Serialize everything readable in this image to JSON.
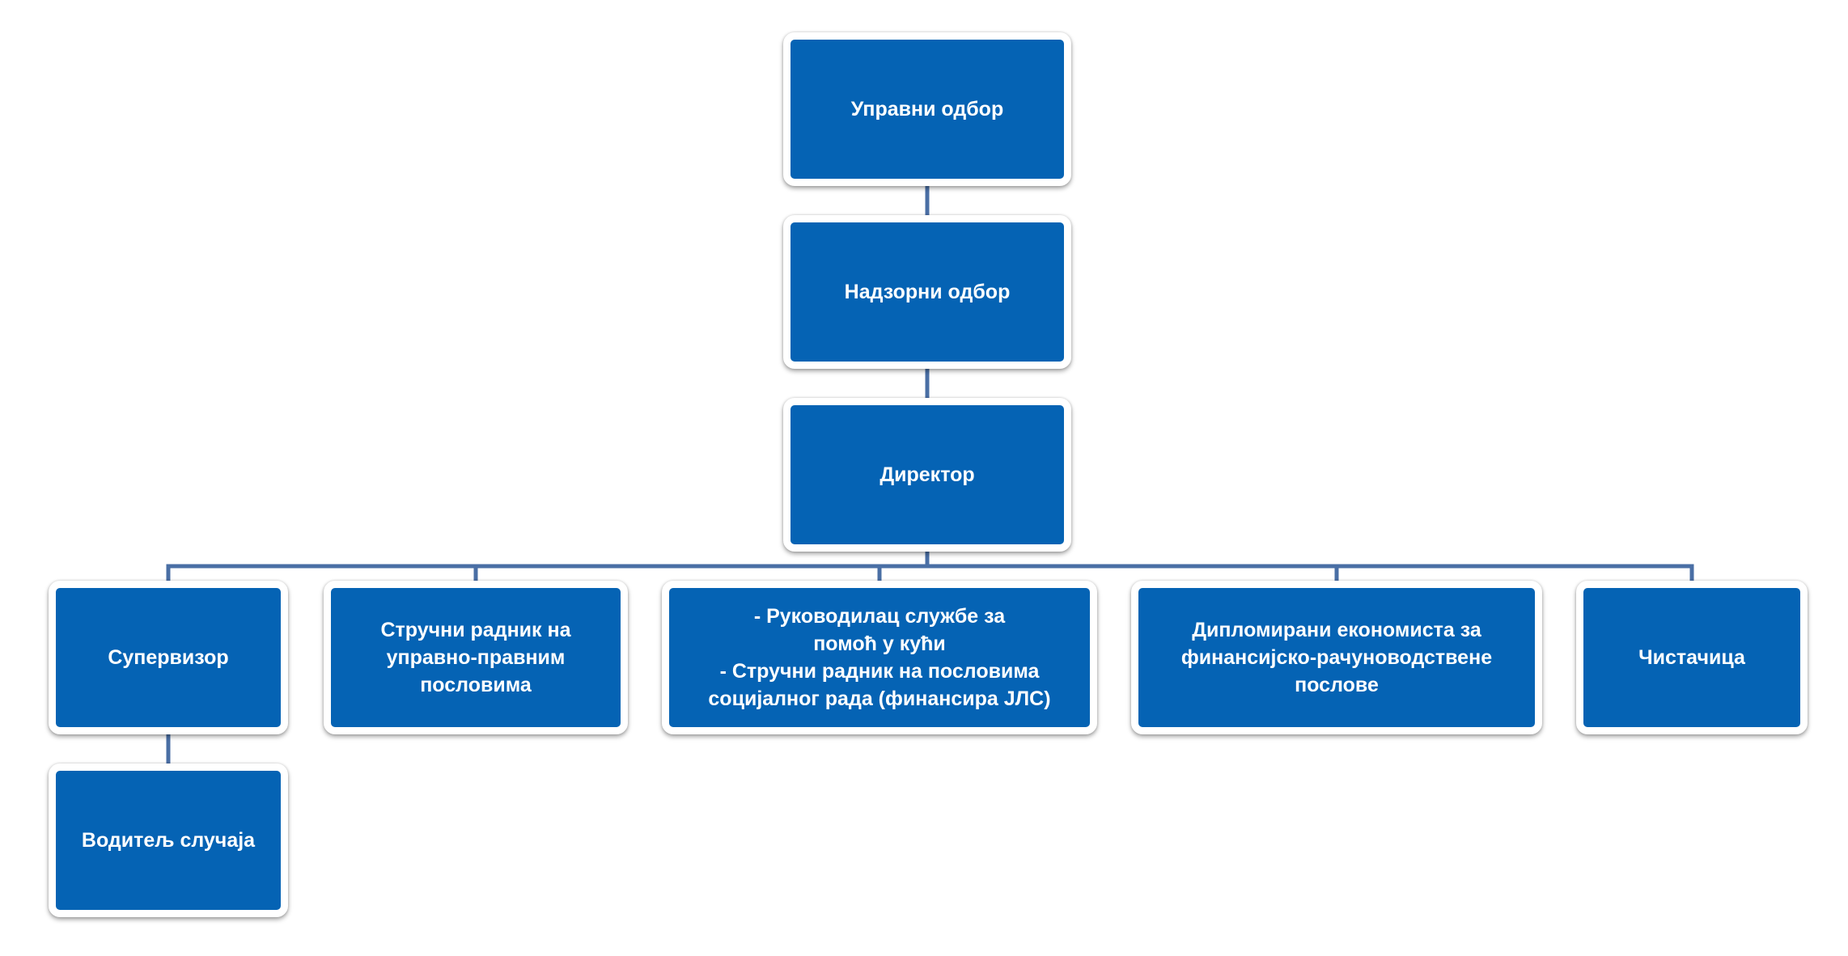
{
  "diagram": {
    "colors": {
      "node_fill": "#0563b4",
      "node_border": "#ffffff",
      "node_text": "#ffffff",
      "connector": "#4a6fa5"
    },
    "nodes": {
      "upravni_odbor": "Управни одбор",
      "nadzorni_odbor": "Надзорни одбор",
      "direktor": "Директор",
      "supervizor": "Супервизор",
      "strucni_radnik": "Стручни радник на\nуправно-правним\nпословима",
      "rukovodilac": "- Руководилац службе за\nпомоћ у кући\n- Стручни радник на пословима\nсоцијалног рада (финансира ЈЛС)",
      "ekonomista": "Дипломирани економиста за\nфинансијско-рачуноводствене\nпослове",
      "cistacica": "Чистачица",
      "voditelj_slucaja": "Водитељ случаја"
    },
    "edges": [
      [
        "upravni_odbor",
        "nadzorni_odbor"
      ],
      [
        "nadzorni_odbor",
        "direktor"
      ],
      [
        "direktor",
        "supervizor"
      ],
      [
        "direktor",
        "strucni_radnik"
      ],
      [
        "direktor",
        "rukovodilac"
      ],
      [
        "direktor",
        "ekonomista"
      ],
      [
        "direktor",
        "cistacica"
      ],
      [
        "supervizor",
        "voditelj_slucaja"
      ]
    ]
  }
}
